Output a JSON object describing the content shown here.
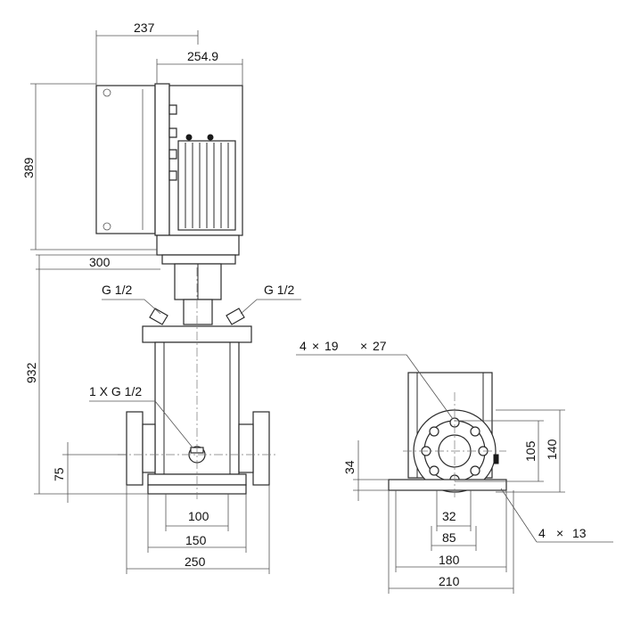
{
  "drawing": {
    "dimensions": {
      "motor_width": "237",
      "motor_depth": "254.9",
      "motor_height": "389",
      "base_offset": "300",
      "total_height": "932",
      "inlet_height": "75",
      "base_inner": "100",
      "base_mid": "150",
      "base_outer": "250",
      "flange_holes": "4 × 19   × 27",
      "flange_holes_prefix": "4",
      "flange_holes_d1": "19",
      "flange_holes_d2": "27",
      "foot_height": "34",
      "flange_bolt_circle_small": "105",
      "flange_outer": "140",
      "flange_bore": "32",
      "flange_pitch": "85",
      "foot_inner": "180",
      "foot_outer": "210",
      "foot_holes": "4 × 13",
      "foot_holes_prefix": "4",
      "foot_holes_d": "13"
    },
    "labels": {
      "vent_left": "G 1/2",
      "vent_right": "G 1/2",
      "drain": "1 X G 1/2"
    }
  }
}
